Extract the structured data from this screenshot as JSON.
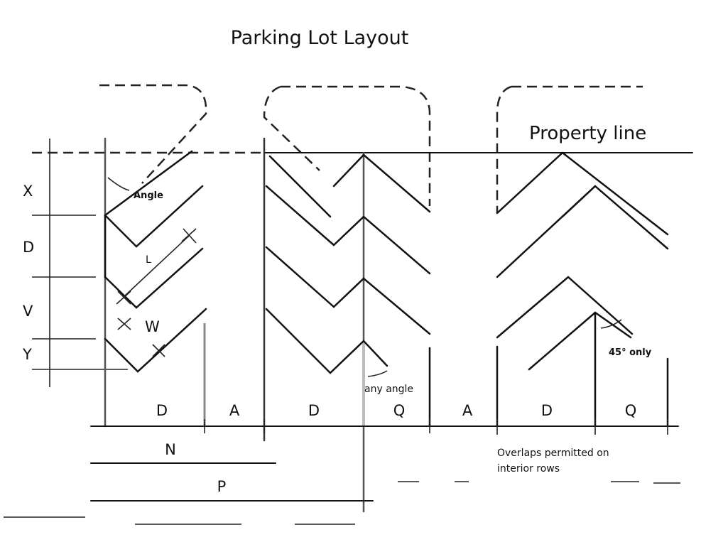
{
  "title": "Parking Lot Layout",
  "property_line": "Property line",
  "side_labels": [
    "X",
    "D",
    "V",
    "Y"
  ],
  "stall_labels": {
    "angle": "Angle",
    "length": "L",
    "width": "W",
    "any_angle": "any angle",
    "forty_five": "45° only"
  },
  "bottom_labels": [
    "D",
    "A",
    "D",
    "Q",
    "A",
    "D",
    "Q"
  ],
  "dimension_labels": {
    "n": "N",
    "p": "P"
  },
  "note": {
    "line1": "Overlaps permitted on",
    "line2": "interior rows"
  }
}
